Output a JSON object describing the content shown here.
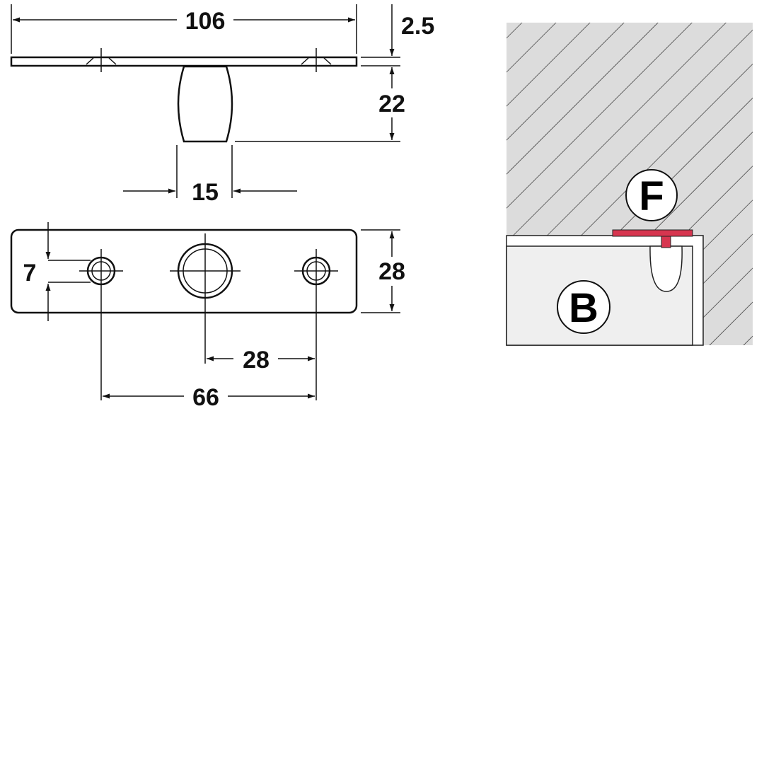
{
  "dimensions": {
    "plate_length": "106",
    "plate_thickness": "2.5",
    "pin_height": "22",
    "pin_diameter": "15",
    "hole_diameter": "7",
    "plate_width": "28",
    "center_to_hole": "28",
    "hole_spacing": "66"
  },
  "section": {
    "fitting_label": "F",
    "door_label": "B",
    "accent_color": "#d7354f",
    "hatch_color": "#dcdcdc",
    "door_color": "#efefef"
  }
}
